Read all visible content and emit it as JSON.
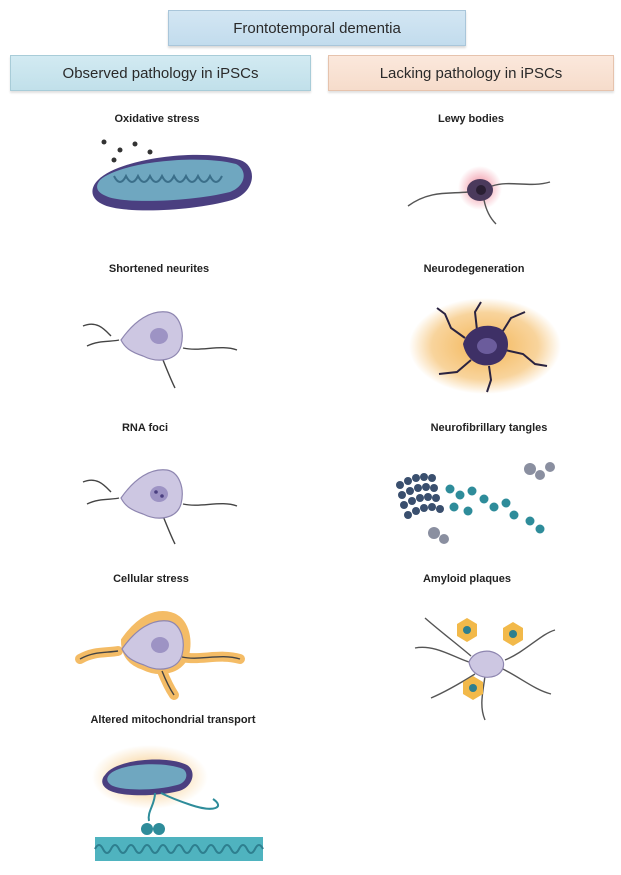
{
  "title": "Frontotemporal dementia",
  "left_column": {
    "header": "Observed pathology in iPSCs",
    "items": [
      "Oxidative stress",
      "Shortened neurites",
      "RNA foci",
      "Cellular stress",
      "Altered mitochondrial transport"
    ]
  },
  "right_column": {
    "header": "Lacking pathology in iPSCs",
    "items": [
      "Lewy bodies",
      "Neurodegeneration",
      "Neurofibrillary tangles",
      "Amyloid plaques"
    ]
  },
  "colors": {
    "title_fill": "#c9e1f0",
    "left_header_fill": "#c8e4ee",
    "right_header_fill": "#f9e2d3",
    "neuron": "#c9c3dd",
    "mitochondrion": "#5c4f8f",
    "glow": "#f2b34a"
  }
}
